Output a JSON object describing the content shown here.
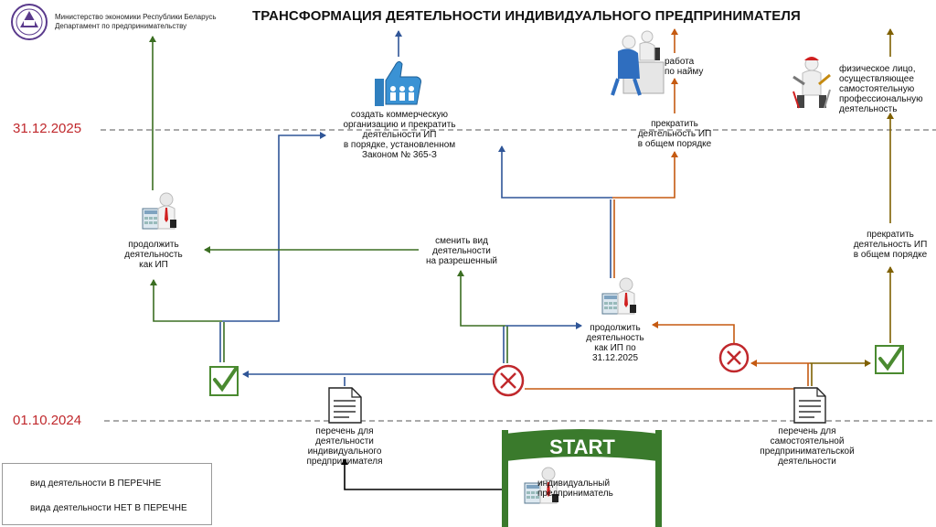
{
  "header": {
    "org_line1": "Министерство экономики Республики Беларусь",
    "org_line2": "Департамент по предпринимательству",
    "title": "ТРАНСФОРМАЦИЯ ДЕЯТЕЛЬНОСТИ ИНДИВИДУАЛЬНОГО ПРЕДПРИНИМАТЕЛЯ"
  },
  "timeline": {
    "date_top": "31.12.2025",
    "date_bottom": "01.10.2024"
  },
  "nodes": {
    "start": "START",
    "ip": "индивидуальный\nпредприниматель",
    "list_ip": "перечень для\nдеятельности\nиндивидуального\nпредпринимателя",
    "list_self": "перечень для\nсамостоятельной\nпредпринимательской\nдеятельности",
    "continue_ip": "продолжить\nдеятельность\nкак ИП",
    "change_activity": "сменить вид\nдеятельности\nна разрешенный",
    "create_org": "создать коммерческую\nорганизацию и прекратить\nдеятельности ИП\nв порядке, установленном\nЗаконом № 365-З",
    "continue_until": "продолжить\nдеятельность\nкак ИП по\n31.12.2025",
    "stop_ip_center": "прекратить\nдеятельность ИП\nв общем порядке",
    "stop_ip_right": "прекратить\nдеятельность ИП\nв общем порядке",
    "hired_work": "работа\nпо найму",
    "individual": "физическое лицо,\nосуществляющее\nсамостоятельную\nпрофессиональную\nдеятельность"
  },
  "legend": {
    "in_list": "вид деятельности В ПЕРЕЧНЕ",
    "not_in_list": "вида деятельности НЕТ В ПЕРЕЧНЕ"
  },
  "colors": {
    "blue": "#2f5597",
    "green": "#3b6e22",
    "orange": "#c55a11",
    "olive": "#7f6000",
    "black": "#000000",
    "date_red": "#c0282c",
    "check_green": "#4a8a30",
    "cross_red": "#c0282c"
  },
  "icons": {
    "emblem": "emblem-icon",
    "document": "document-icon",
    "person": "person-icon",
    "check": "check-icon",
    "cross": "cross-icon",
    "likes": "likes-icon",
    "office": "office-workers-icon",
    "craftsman": "craftsman-icon"
  }
}
